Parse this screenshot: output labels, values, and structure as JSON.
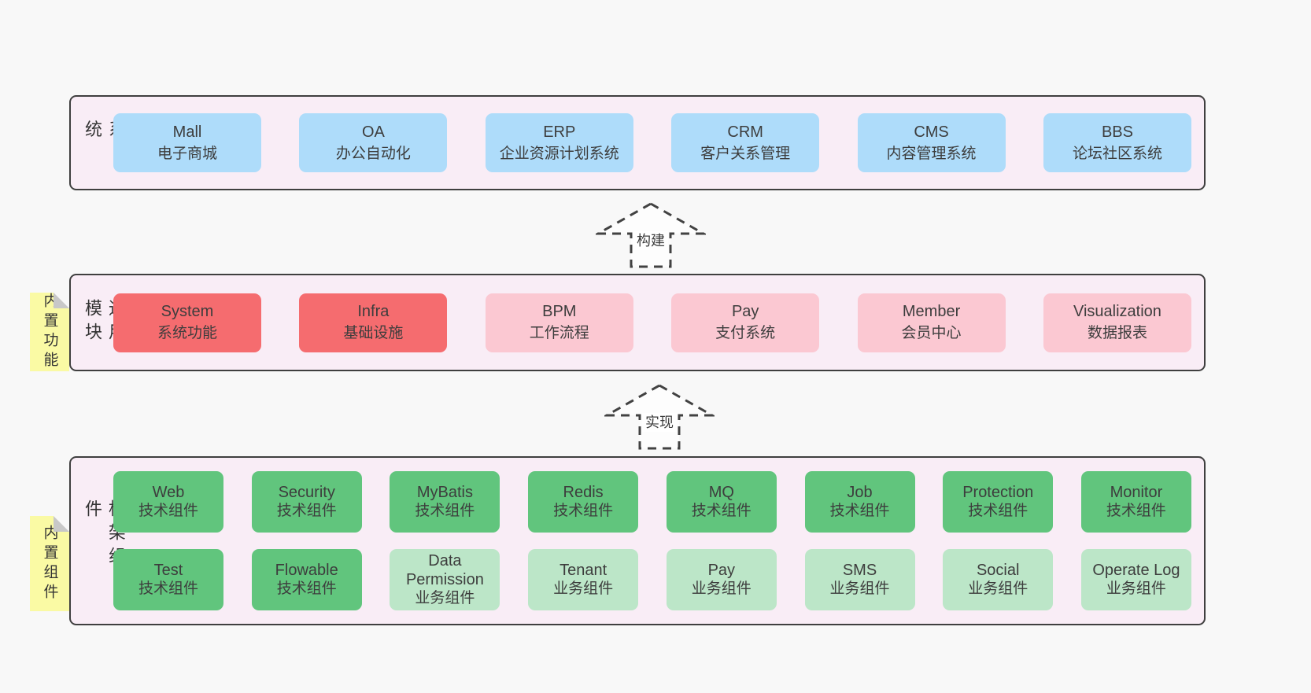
{
  "colors": {
    "page-bg": "#f8f8f8",
    "layer-bg": "#f9edf6",
    "layer-border": "#3f3f3f",
    "box-blue": "#aedcfa",
    "box-red": "#f56c6f",
    "box-pink": "#fbc8d2",
    "box-green": "#61c57d",
    "box-lightgreen": "#bce6c8",
    "note-yellow": "#fafaa4",
    "note-fold": "#c8c8c8",
    "text": "#3d3d3d",
    "arrow-stroke": "#424242",
    "arrow-fill": "#fdfdfd"
  },
  "arrows": [
    {
      "label": "构建"
    },
    {
      "label": "实现"
    }
  ],
  "layers": [
    {
      "side_label": "业务系统",
      "rows": [
        [
          {
            "en": "Mall",
            "zh": "电子商城"
          },
          {
            "en": "OA",
            "zh": "办公自动化"
          },
          {
            "en": "ERP",
            "zh": "企业资源计划系统"
          },
          {
            "en": "CRM",
            "zh": "客户关系管理"
          },
          {
            "en": "CMS",
            "zh": "内容管理系统"
          },
          {
            "en": "BBS",
            "zh": "论坛社区系统"
          }
        ]
      ]
    },
    {
      "side_label": "通用模块",
      "note": "内置功能",
      "rows": [
        [
          {
            "en": "System",
            "zh": "系统功能"
          },
          {
            "en": "Infra",
            "zh": "基础设施"
          },
          {
            "en": "BPM",
            "zh": "工作流程"
          },
          {
            "en": "Pay",
            "zh": "支付系统"
          },
          {
            "en": "Member",
            "zh": "会员中心"
          },
          {
            "en": "Visualization",
            "zh": "数据报表"
          }
        ]
      ]
    },
    {
      "side_label": "框架组件",
      "note": "内置组件",
      "rows": [
        [
          {
            "en": "Web",
            "zh": "技术组件"
          },
          {
            "en": "Security",
            "zh": "技术组件"
          },
          {
            "en": "MyBatis",
            "zh": "技术组件"
          },
          {
            "en": "Redis",
            "zh": "技术组件"
          },
          {
            "en": "MQ",
            "zh": "技术组件"
          },
          {
            "en": "Job",
            "zh": "技术组件"
          },
          {
            "en": "Protection",
            "zh": "技术组件"
          },
          {
            "en": "Monitor",
            "zh": "技术组件"
          }
        ],
        [
          {
            "en": "Test",
            "zh": "技术组件"
          },
          {
            "en": "Flowable",
            "zh": "技术组件"
          },
          {
            "en": "Data Permission",
            "zh": "业务组件"
          },
          {
            "en": "Tenant",
            "zh": "业务组件"
          },
          {
            "en": "Pay",
            "zh": "业务组件"
          },
          {
            "en": "SMS",
            "zh": "业务组件"
          },
          {
            "en": "Social",
            "zh": "业务组件"
          },
          {
            "en": "Operate Log",
            "zh": "业务组件"
          }
        ]
      ]
    }
  ]
}
